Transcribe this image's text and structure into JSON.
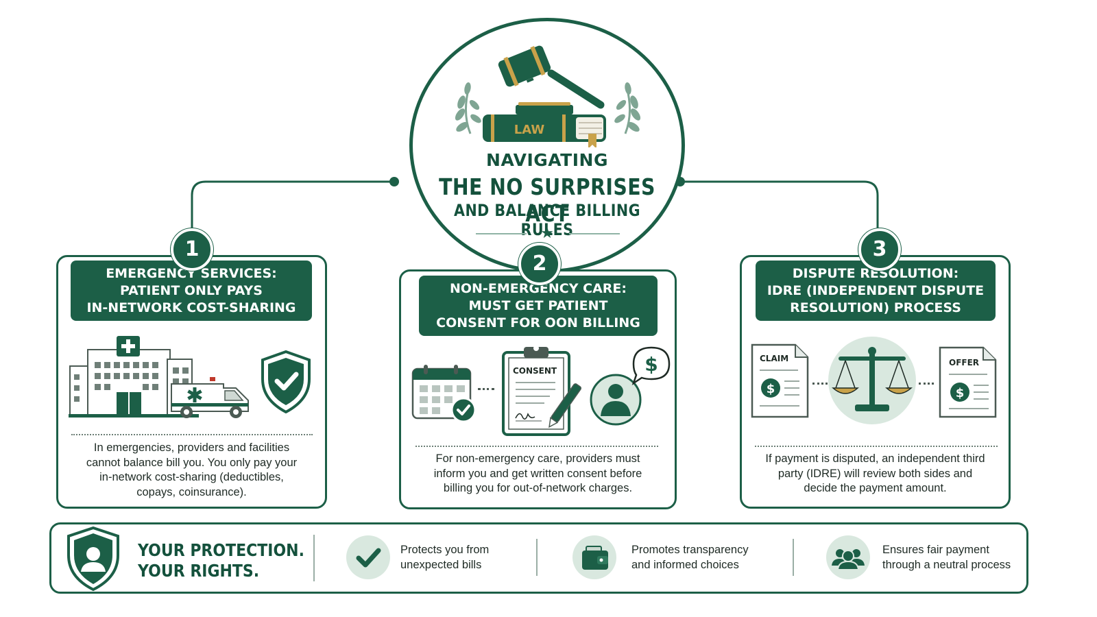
{
  "header": {
    "title_line1": "NAVIGATING",
    "title_line2": "THE NO SURPRISES ACT",
    "title_line3": "AND BALANCE BILLING RULES",
    "book_label": "LAW"
  },
  "steps": [
    {
      "number": "1",
      "title_lines": [
        "EMERGENCY SERVICES:",
        "PATIENT ONLY PAYS",
        "IN-NETWORK COST-SHARING"
      ],
      "body_lines": [
        "In emergencies, providers and facilities",
        "cannot balance bill you. You only pay your",
        "in-network cost-sharing (deductibles,",
        "copays, coinsurance)."
      ]
    },
    {
      "number": "2",
      "title_lines": [
        "NON-EMERGENCY CARE:",
        "MUST GET PATIENT",
        "CONSENT FOR OON BILLING"
      ],
      "consent_label": "CONSENT",
      "body_lines": [
        "For non-emergency care, providers must",
        "inform you and get written consent before",
        "billing you for out-of-network charges."
      ]
    },
    {
      "number": "3",
      "title_lines": [
        "DISPUTE RESOLUTION:",
        "IDRE (INDEPENDENT DISPUTE",
        "RESOLUTION) PROCESS"
      ],
      "claim_label": "CLAIM",
      "offer_label": "OFFER",
      "body_lines": [
        "If payment is disputed, an independent third",
        "party (IDRE) will review both sides and",
        "decide the payment amount."
      ]
    }
  ],
  "footer": {
    "tagline_lines": [
      "YOUR PROTECTION.",
      "YOUR RIGHTS."
    ],
    "benefits": [
      {
        "icon": "checkmark-icon",
        "lines": [
          "Protects you from",
          "unexpected bills"
        ]
      },
      {
        "icon": "wallet-icon",
        "lines": [
          "Promotes transparency",
          "and informed choices"
        ]
      },
      {
        "icon": "people-icon",
        "lines": [
          "Ensures fair payment",
          "through a neutral process"
        ]
      }
    ]
  },
  "colors": {
    "primary_green": "#1c5f47",
    "light_green": "#d9e8df",
    "gold": "#c9a24a"
  }
}
